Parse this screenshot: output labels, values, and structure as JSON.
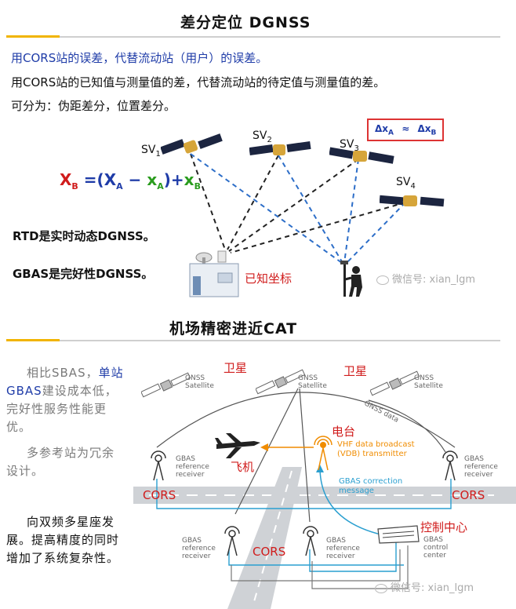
{
  "top": {
    "title": "差分定位 DGNSS",
    "line1": "用CORS站的误差，代替流动站（用户）的误差。",
    "line2": "用CORS站的已知值与测量值的差，代替流动站的待定值与测量值的差。",
    "line3": "可分为：伪距差分，位置差分。",
    "sv1": "SV",
    "sv1_sub": "1",
    "sv2": "SV",
    "sv2_sub": "2",
    "sv3": "SV",
    "sv3_sub": "3",
    "sv4": "SV",
    "sv4_sub": "4",
    "box_dx": "Δx",
    "box_dx_sub": "A",
    "box_approx": "≈",
    "box_dx2": "Δx",
    "box_dx2_sub": "B",
    "eq_X": "X",
    "eq_B": "B",
    "eq_eq": "=",
    "eq_open": "(",
    "eq_XA": "X",
    "eq_A1": "A",
    "eq_minus": "−",
    "eq_xA": "x",
    "eq_A2": "A",
    "eq_close": ")",
    "eq_plus": "+",
    "eq_xB": "x",
    "eq_B2": "B",
    "rtd": "RTD是实时动态DGNSS。",
    "gbas": "GBAS是完好性DGNSS。",
    "known": "已知坐标",
    "watermark": "微信号: xian_lgm"
  },
  "bottom": {
    "title": "机场精密进近CAT",
    "left_p1_a": "相比SBAS，",
    "left_p1_b": "单站GBAS",
    "left_p1_c": "建设成本低，完好性服务性能更优。",
    "left_p2": "多参考站为冗余设计。",
    "left_p3": "向双频多星座发展。提高精度的同时增加了系统复杂性。",
    "sat_label_cn_1": "卫星",
    "sat_label_cn_2": "卫星",
    "gnss_sat_1": "GNSS",
    "gnss_sat_1b": "Satellite",
    "gnss_sat_2": "GNSS",
    "gnss_sat_2b": "Satellite",
    "gnss_sat_3": "GNSS",
    "gnss_sat_3b": "Satellite",
    "gnss_data": "GNSS data",
    "radio_cn": "电台",
    "vhf_1": "VHF data broadcast",
    "vhf_2": "(VDB) transmitter",
    "aircraft_cn": "飞机",
    "gbas_corr_1": "GBAS correction",
    "gbas_corr_2": "message",
    "ref1_a": "GBAS",
    "ref1_b": "reference",
    "ref1_c": "receiver",
    "ref2_a": "GBAS",
    "ref2_b": "reference",
    "ref2_c": "receiver",
    "ref3_a": "GBAS",
    "ref3_b": "reference",
    "ref3_c": "receiver",
    "ref4_a": "GBAS",
    "ref4_b": "reference",
    "ref4_c": "receiver",
    "cors_1": "CORS",
    "cors_2": "CORS",
    "cors_3": "CORS",
    "control_cn": "控制中心",
    "ctrl_a": "GBAS",
    "ctrl_b": "control",
    "ctrl_c": "center",
    "watermark": "微信号: xian_lgm"
  },
  "colors": {
    "accent": "#f1b400",
    "red": "#d01c1c",
    "blue": "#1f3ca8",
    "green": "#2a9c1e",
    "orange": "#f08c00",
    "cyan": "#2a9fd0"
  }
}
